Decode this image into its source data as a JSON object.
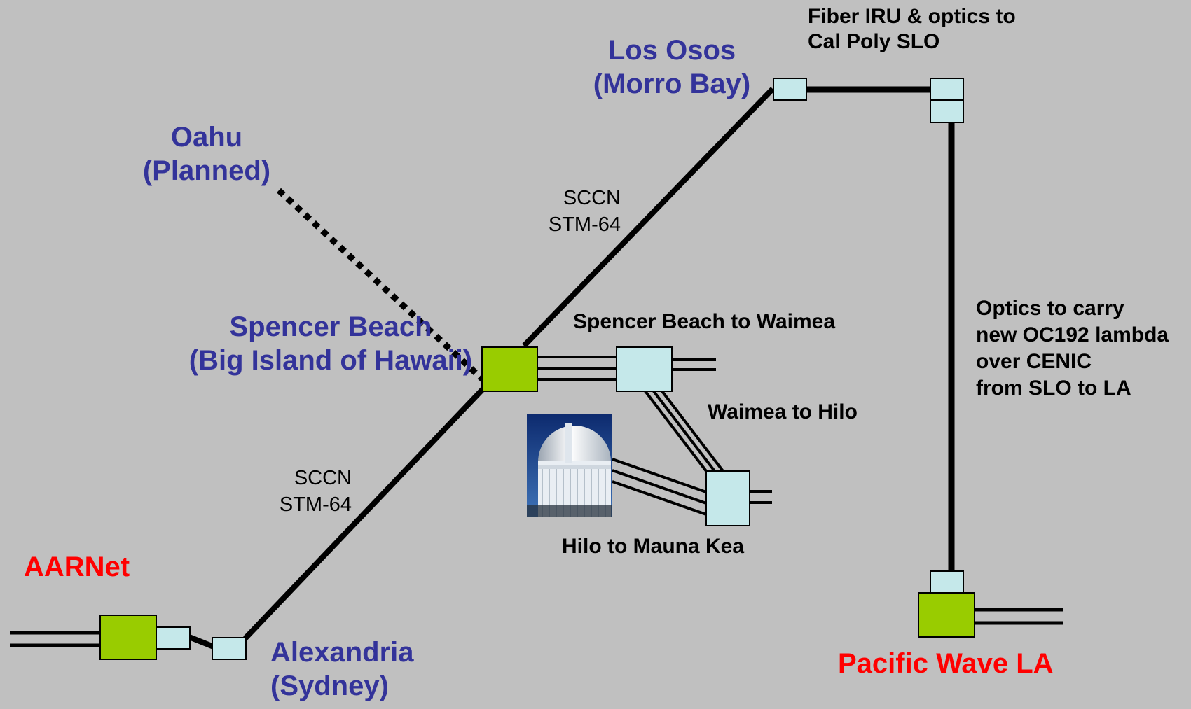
{
  "labels": {
    "los_osos": [
      "Los Osos",
      "(Morro Bay)"
    ],
    "oahu": [
      "Oahu",
      "(Planned)"
    ],
    "spencer_beach": [
      "Spencer Beach",
      "(Big Island of Hawaii)"
    ],
    "alexandria": [
      "Alexandria",
      "(Sydney)"
    ],
    "aarnet": "AARNet",
    "pacific_wave": "Pacific Wave LA",
    "fiber_iru": [
      "Fiber IRU & optics to",
      "Cal Poly SLO"
    ],
    "optics_note": [
      "Optics to carry",
      "new OC192 lambda",
      "over CENIC",
      "from SLO to LA"
    ],
    "spencer_to_waimea": "Spencer Beach to Waimea",
    "waimea_to_hilo": "Waimea to Hilo",
    "hilo_to_mauna_kea": "Hilo to Mauna Kea",
    "sccn_upper": [
      "SCCN",
      "STM-64"
    ],
    "sccn_lower": [
      "SCCN",
      "STM-64"
    ]
  },
  "colors": {
    "background": "#c0c0c0",
    "router_green": "#99cc00",
    "box_lightblue": "#c5e8ea",
    "place_blue": "#33339a",
    "place_red": "#ff0000"
  },
  "icons": {
    "observatory": "observatory-dome-photo"
  }
}
